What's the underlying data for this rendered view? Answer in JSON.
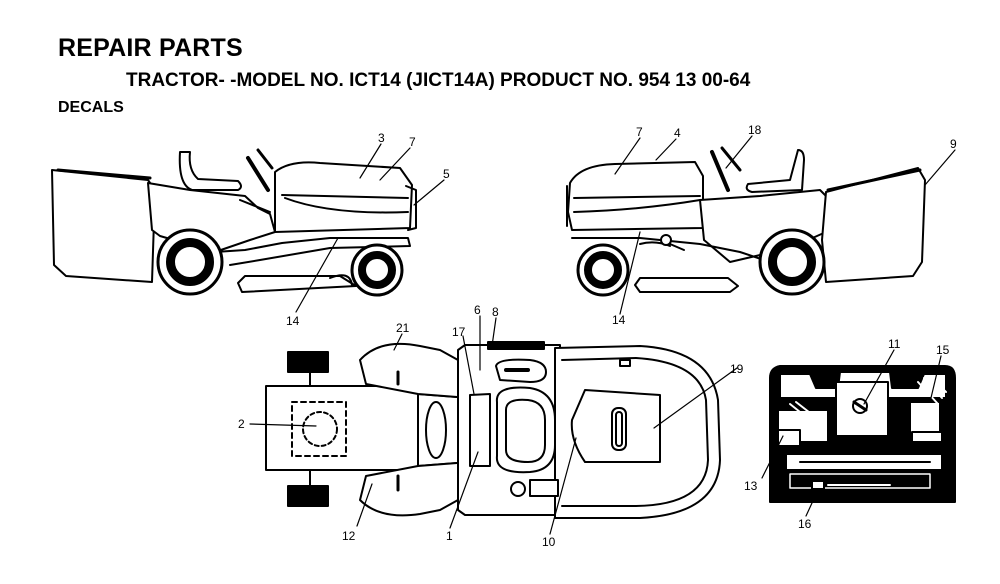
{
  "header": {
    "title": "REPAIR PARTS",
    "subtitle": "TRACTOR- -MODEL NO. ICT14 (JICT14A) PRODUCT NO. 954 13 00-64",
    "section": "DECALS"
  },
  "callouts": {
    "c1": "1",
    "c2": "2",
    "c3": "3",
    "c4": "4",
    "c5": "5",
    "c6": "6",
    "c7a": "7",
    "c7b": "7",
    "c8": "8",
    "c9": "9",
    "c10": "10",
    "c11": "11",
    "c12": "12",
    "c13": "13",
    "c14a": "14",
    "c14b": "14",
    "c15": "15",
    "c16": "16",
    "c17": "17",
    "c18": "18",
    "c19": "19",
    "c21": "21"
  }
}
